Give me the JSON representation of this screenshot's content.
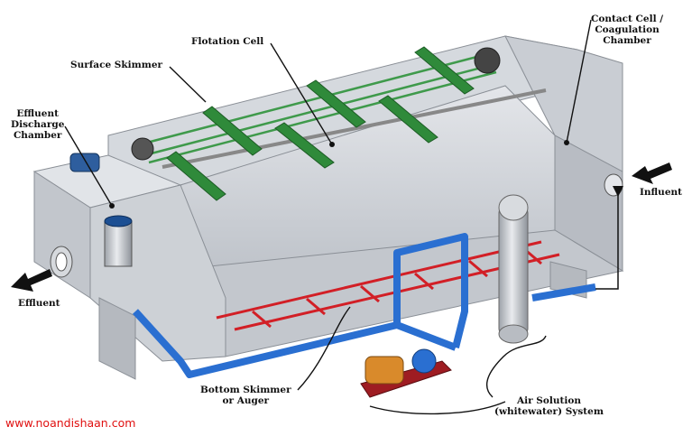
{
  "labels": {
    "flotation_cell": "Flotation Cell",
    "surface_skimmer": "Surface Skimmer",
    "contact_cell": [
      "Contact Cell /",
      "Coagulation",
      "Chamber"
    ],
    "effluent_discharge": [
      "Effluent",
      "Discharge",
      "Chamber"
    ],
    "influent": "Influent",
    "effluent": "Effluent",
    "bottom_skimmer": [
      "Bottom Skimmer",
      "or Auger"
    ],
    "air_solution": [
      "Air Solution",
      "(whitewater) System"
    ]
  },
  "watermark": "www.noandishaan.com",
  "colors": {
    "tank": "#cfd3d8",
    "tank_dark": "#a9aeb5",
    "tank_light": "#e6e8eb",
    "skimmer_green": "#2f8a3a",
    "pipe_blue": "#2a6fd1",
    "grid_red": "#d21f26",
    "motor_orange": "#d98a2b",
    "watermark_red": "#e01010"
  }
}
